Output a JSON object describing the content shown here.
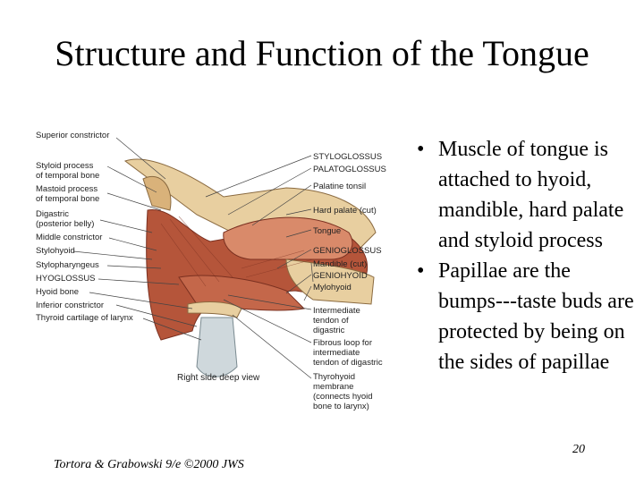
{
  "slide": {
    "title": "Structure and Function of the Tongue",
    "bullets": [
      "Muscle of tongue is attached to hyoid, mandible, hard palate and styloid process",
      "Papillae are the bumps---taste buds are protected by being on the sides of papillae"
    ],
    "page_number": "20",
    "footer": "Tortora & Grabowski 9/e ©2000 JWS"
  },
  "figure": {
    "left_labels": [
      "Superior constrictor",
      "Styloid process\nof temporal bone",
      "Mastoid process\nof temporal bone",
      "Digastric\n(posterior belly)",
      "Middle constrictor",
      "Stylohyoid",
      "Stylopharyngeus",
      "HYOGLOSSUS",
      "Hyoid bone",
      "Inferior constrictor",
      "Thyroid cartilage of larynx"
    ],
    "right_labels": [
      "STYLOGLOSSUS",
      "PALATOGLOSSUS",
      "Palatine tonsil",
      "Hard palate (cut)",
      "Tongue",
      "GENIOGLOSSUS",
      "Mandible (cut)",
      "GENIOHYOID",
      "Mylohyoid",
      "Intermediate\ntendon of\ndigastric",
      "Fibrous loop for\nintermediate\ntendon of digastric",
      "Thyrohyoid\nmembrane\n(connects hyoid\nbone to larynx)"
    ],
    "caption": "Right side deep view",
    "colors": {
      "muscle": "#b5553a",
      "muscle_light": "#d98a6a",
      "bone": "#e8cfa0",
      "cartilage": "#cfd8dc",
      "leader": "#444444"
    }
  }
}
